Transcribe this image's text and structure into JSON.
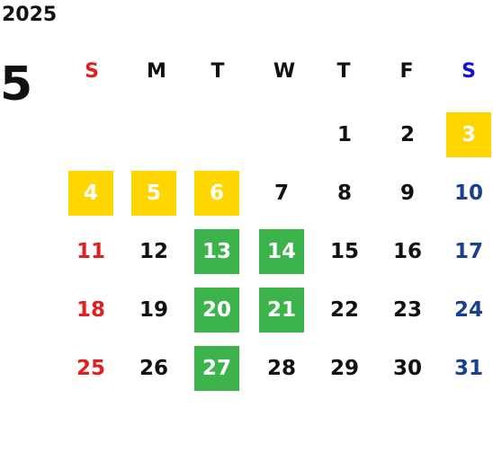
{
  "year": "2025",
  "month": "5",
  "weekdays": [
    "S",
    "M",
    "T",
    "W",
    "T",
    "F",
    "S"
  ],
  "colors": {
    "text": "#111111",
    "sunday": "#e02020",
    "saturday_header": "#1010d8",
    "saturday": "#1a3f8f",
    "holiday_bg": "#ffd600",
    "highlight_bg": "#3cb44b",
    "on_color_text": "#ffffff"
  },
  "weeks": [
    [
      {
        "day": ""
      },
      {
        "day": ""
      },
      {
        "day": ""
      },
      {
        "day": ""
      },
      {
        "day": "1"
      },
      {
        "day": "2"
      },
      {
        "day": "3",
        "mark": "holiday"
      }
    ],
    [
      {
        "day": "4",
        "mark": "holiday"
      },
      {
        "day": "5",
        "mark": "holiday"
      },
      {
        "day": "6",
        "mark": "holiday"
      },
      {
        "day": "7"
      },
      {
        "day": "8"
      },
      {
        "day": "9"
      },
      {
        "day": "10"
      }
    ],
    [
      {
        "day": "11"
      },
      {
        "day": "12"
      },
      {
        "day": "13",
        "mark": "highlight"
      },
      {
        "day": "14",
        "mark": "highlight"
      },
      {
        "day": "15"
      },
      {
        "day": "16"
      },
      {
        "day": "17"
      }
    ],
    [
      {
        "day": "18"
      },
      {
        "day": "19"
      },
      {
        "day": "20",
        "mark": "highlight"
      },
      {
        "day": "21",
        "mark": "highlight"
      },
      {
        "day": "22"
      },
      {
        "day": "23"
      },
      {
        "day": "24"
      }
    ],
    [
      {
        "day": "25"
      },
      {
        "day": "26"
      },
      {
        "day": "27",
        "mark": "highlight"
      },
      {
        "day": "28"
      },
      {
        "day": "29"
      },
      {
        "day": "30"
      },
      {
        "day": "31"
      }
    ]
  ]
}
